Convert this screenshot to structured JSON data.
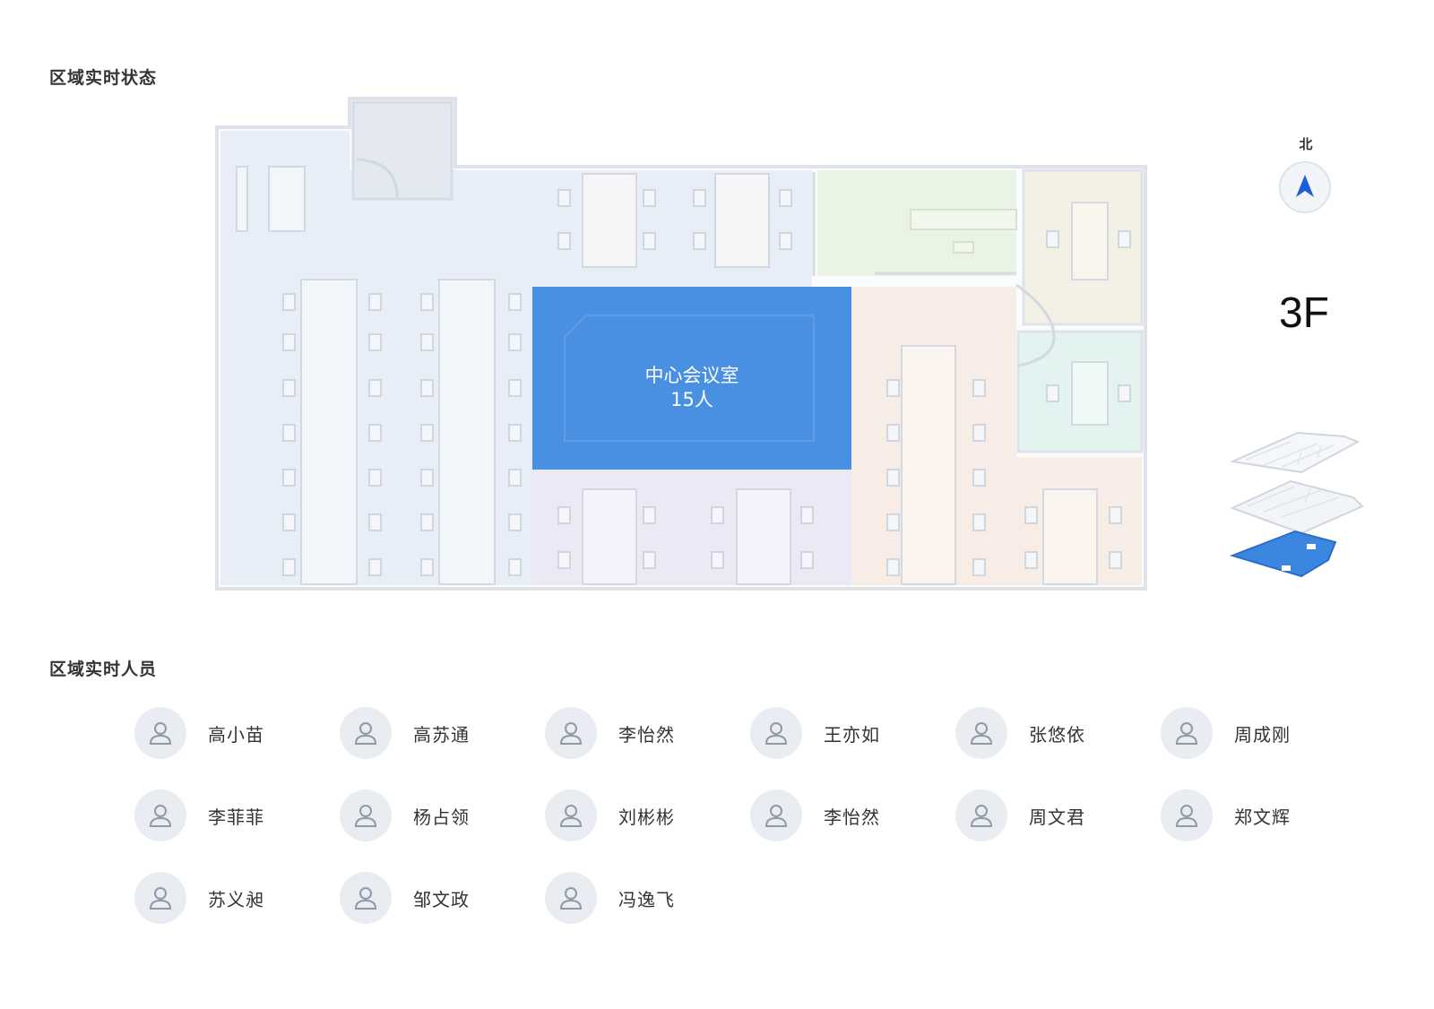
{
  "titles": {
    "status": "区域实时状态",
    "people": "区域实时人员"
  },
  "compass": {
    "label": "北",
    "icon": "north-arrow-icon"
  },
  "floor": {
    "current": "3F",
    "levels": [
      "top-floor",
      "middle-floor",
      "selected-floor"
    ]
  },
  "meeting_room": {
    "name": "中心会议室",
    "count": "15人"
  },
  "colors": {
    "accent": "#4a90e2",
    "zone_blue": "#e8eef8",
    "zone_purple": "#ece9f7",
    "zone_green": "#eaf4e4",
    "zone_beige": "#f3f1e6",
    "zone_teal": "#e3f3ef",
    "zone_pink": "#f8ece6",
    "avatar_bg": "#e9edf2"
  },
  "people": [
    {
      "name": "高小苗"
    },
    {
      "name": "高苏通"
    },
    {
      "name": "李怡然"
    },
    {
      "name": "王亦如"
    },
    {
      "name": "张悠依"
    },
    {
      "name": "周成刚"
    },
    {
      "name": "李菲菲"
    },
    {
      "name": "杨占领"
    },
    {
      "name": "刘彬彬"
    },
    {
      "name": "李怡然"
    },
    {
      "name": "周文君"
    },
    {
      "name": "郑文辉"
    },
    {
      "name": "苏义昶"
    },
    {
      "name": "邹文政"
    },
    {
      "name": "冯逸飞"
    }
  ]
}
